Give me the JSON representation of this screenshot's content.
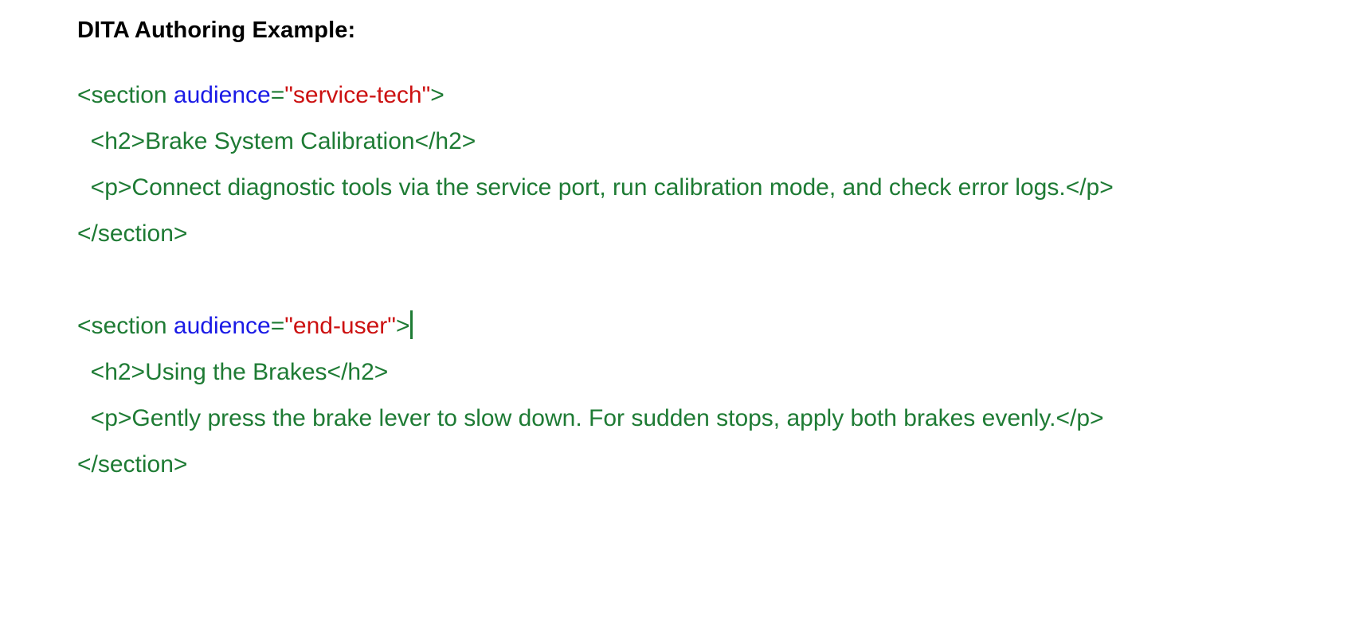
{
  "document": {
    "heading": "DITA Authoring Example:",
    "background_color": "#ffffff",
    "syntax_colors": {
      "tag": "#1e7b34",
      "text": "#1e7b34",
      "attribute_name": "#1a1ae6",
      "attribute_value": "#cc1111",
      "heading": "#000000",
      "caret": "#1e7b34"
    },
    "code_lines": [
      {
        "id": "line-1",
        "indent": "",
        "tokens": [
          {
            "type": "tag",
            "text": "<section "
          },
          {
            "type": "attr",
            "text": "audience"
          },
          {
            "type": "eq",
            "text": "="
          },
          {
            "type": "val",
            "text": "\"service-tech\""
          },
          {
            "type": "tag",
            "text": ">"
          }
        ],
        "caret": false
      },
      {
        "id": "line-2",
        "indent": "  ",
        "tokens": [
          {
            "type": "tag",
            "text": "<h2>"
          },
          {
            "type": "text",
            "text": "Brake System Calibration"
          },
          {
            "type": "tag",
            "text": "</h2>"
          }
        ],
        "caret": false
      },
      {
        "id": "line-3",
        "indent": "  ",
        "tokens": [
          {
            "type": "tag",
            "text": "<p>"
          },
          {
            "type": "text",
            "text": "Connect diagnostic tools via the service port, run calibration mode, and check error logs."
          },
          {
            "type": "tag",
            "text": "</p>"
          }
        ],
        "caret": false
      },
      {
        "id": "line-4",
        "indent": "",
        "tokens": [
          {
            "type": "tag",
            "text": "</section>"
          }
        ],
        "caret": false
      },
      {
        "id": "line-5",
        "indent": "",
        "tokens": [],
        "blank": true,
        "caret": false
      },
      {
        "id": "line-6",
        "indent": "",
        "tokens": [
          {
            "type": "tag",
            "text": "<section "
          },
          {
            "type": "attr",
            "text": "audience"
          },
          {
            "type": "eq",
            "text": "="
          },
          {
            "type": "val",
            "text": "\"end-user\""
          },
          {
            "type": "tag",
            "text": ">"
          }
        ],
        "caret": true
      },
      {
        "id": "line-7",
        "indent": "  ",
        "tokens": [
          {
            "type": "tag",
            "text": "<h2>"
          },
          {
            "type": "text",
            "text": "Using the Brakes"
          },
          {
            "type": "tag",
            "text": "</h2>"
          }
        ],
        "caret": false
      },
      {
        "id": "line-8",
        "indent": "  ",
        "tokens": [
          {
            "type": "tag",
            "text": "<p>"
          },
          {
            "type": "text",
            "text": "Gently press the brake lever to slow down. For sudden stops, apply both brakes evenly."
          },
          {
            "type": "tag",
            "text": "</p>"
          }
        ],
        "caret": false
      },
      {
        "id": "line-9",
        "indent": "",
        "tokens": [
          {
            "type": "tag",
            "text": "</section>"
          }
        ],
        "caret": false
      }
    ]
  }
}
